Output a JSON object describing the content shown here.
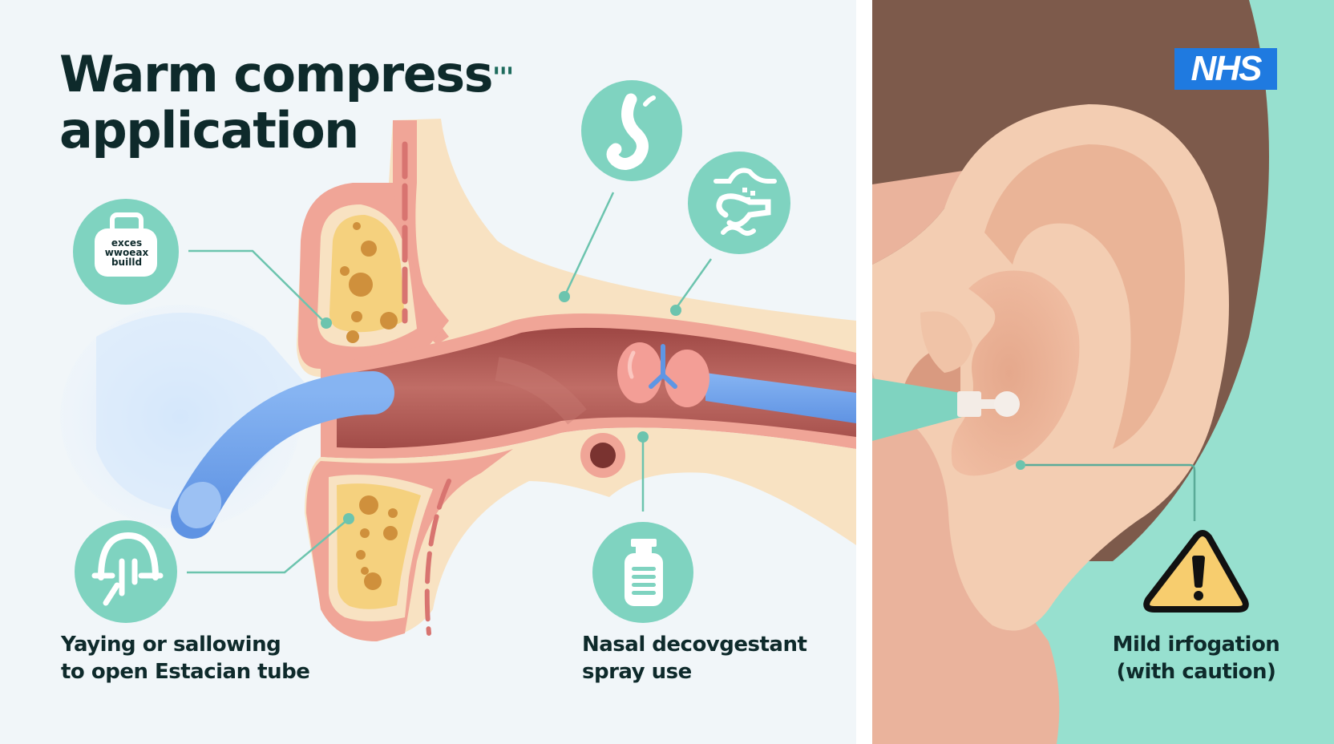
{
  "left_panel": {
    "title": {
      "line1": "Warm compress",
      "line2": "application",
      "mark": "'''"
    },
    "earwax_icon": {
      "icon": "earwax-container-icon",
      "badge_text": [
        "exces",
        "wwoeax",
        "builld"
      ]
    },
    "icons": [
      {
        "name": "swallow-icon",
        "label_ref": "swallow_label"
      },
      {
        "name": "s-curve-icon"
      },
      {
        "name": "wave-hand-icon"
      },
      {
        "name": "spray-bottle-icon",
        "label_ref": "spray_label"
      }
    ],
    "swallow_label": {
      "line1": "Yaying or sallowing",
      "line2": "to open Estacian tube"
    },
    "spray_label": {
      "line1": "Nasal decovgestant",
      "line2": "spray use"
    }
  },
  "right_panel": {
    "logo": "NHS",
    "warning_icon": "warning-triangle-icon",
    "irrigation_label": {
      "line1": "Mild irfogation",
      "line2": "(with caution)"
    }
  },
  "colors": {
    "teal_icon": "#7fd3c0",
    "teal_line": "#6cc4ae",
    "right_bg": "#97e0cf",
    "hair": "#7d5a4b",
    "skin": "#f3cdb2",
    "nhs_blue": "#1f7ae0",
    "warning_yellow": "#f7cd6e",
    "tube_blue": "#6fa2ea",
    "canal_red": "#b75a55",
    "tissue_pink": "#f0a597",
    "bone_cream": "#f8e2c2",
    "marrow_yellow": "#f5d17e",
    "text_dark": "#0e2a2b"
  }
}
